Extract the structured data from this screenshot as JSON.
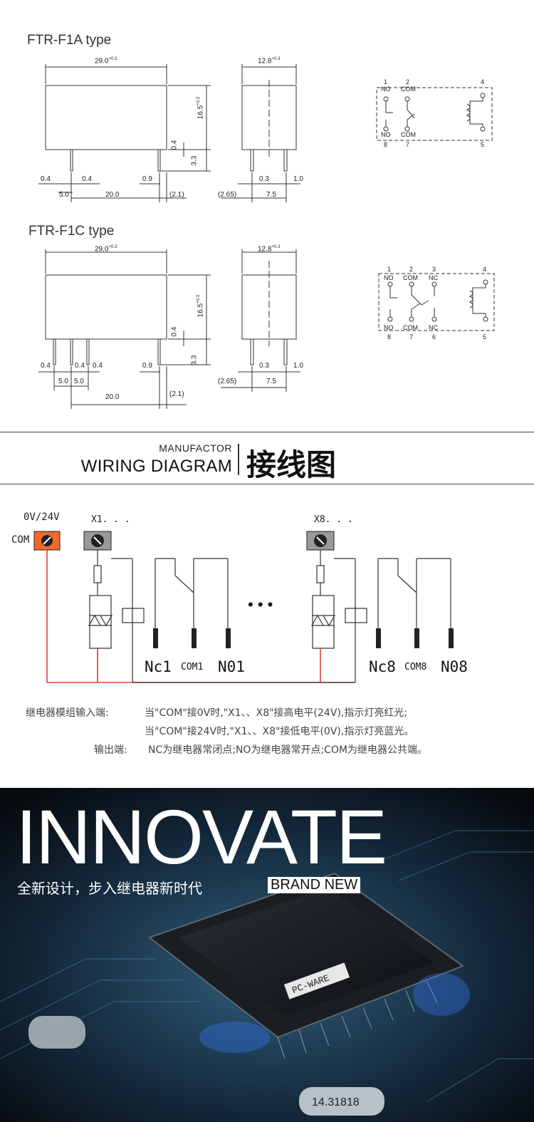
{
  "ftr_f1a": {
    "title": "FTR-F1A type",
    "dims": {
      "width": "29.0",
      "width_tol": "+0.3",
      "depth": "12.8",
      "depth_tol": "+0.3",
      "height": "16.5",
      "height_tol": "+0.3",
      "pin_len": "3.3",
      "pin_step": "0.4",
      "pin_w_left": "0.4",
      "pin_w_mid": "0.4",
      "pin_w_right": "0.9",
      "pitch_a": "5.0",
      "pitch_b": "20.0",
      "offset_right": "(2.1)",
      "side_offset": "(2.65)",
      "side_pitch": "7.5",
      "side_pin_w": "0.3",
      "side_pin_right": "1.0"
    },
    "pins": {
      "p1": "1",
      "p1_lbl": "NO",
      "p2": "2",
      "p2_lbl": "COM",
      "p4": "4",
      "p8": "8",
      "p8_lbl": "NO",
      "p7": "7",
      "p7_lbl": "COM",
      "p5": "5"
    }
  },
  "ftr_f1c": {
    "title": "FTR-F1C type",
    "dims": {
      "width": "29.0",
      "width_tol": "+0.3",
      "depth": "12.8",
      "depth_tol": "+0.3",
      "height": "16.5",
      "height_tol": "+0.3",
      "pin_len": "3.3",
      "pin_step": "0.4",
      "pin_w_1": "0.4",
      "pin_w_2": "0.4",
      "pin_w_3": "0.4",
      "pin_w_right": "0.9",
      "pitch_a": "5.0",
      "pitch_a2": "5.0",
      "pitch_b": "20.0",
      "offset_right": "(2.1)",
      "side_offset": "(2.65)",
      "side_pitch": "7.5",
      "side_pin_w": "0.3",
      "side_pin_right": "1.0"
    },
    "pins": {
      "p1": "1",
      "p1_lbl": "NO",
      "p2": "2",
      "p2_lbl": "COM",
      "p3": "3",
      "p3_lbl": "NC",
      "p4": "4",
      "p8": "8",
      "p8_lbl": "NO",
      "p7": "7",
      "p7_lbl": "COM",
      "p6": "6",
      "p6_lbl": "NC",
      "p5": "5"
    }
  },
  "section": {
    "en_small": "MANUFACTOR",
    "en_large": "WIRING DIAGRAM",
    "cn": "接线图"
  },
  "wiring": {
    "supply_label": "0V/24V",
    "com_label": "COM",
    "x1_label": "X1. . .",
    "x8_label": "X8. . .",
    "dots": "• • •",
    "nc1": "Nc1",
    "com1": "COM1",
    "no1": "N01",
    "nc8": "Nc8",
    "com8": "COM8",
    "no8": "N08",
    "note_lead": "继电器模组输入端:",
    "note_1": "当\"COM\"接0V时,\"X1、、X8\"接高电平(24V),指示灯亮红光;",
    "note_2": "当\"COM\"接24V时,\"X1、、X8\"接低电平(0V),指示灯亮蓝光。",
    "note_out_lead": "输出端:",
    "note_3": "NC为继电器常闭点;NO为继电器常开点;COM为继电器公共端。",
    "colors": {
      "wire": "#e0403a",
      "terminal_com": "#f06a2a",
      "terminal_x": "#9a9a9a"
    }
  },
  "banner": {
    "title": "INNOVATE",
    "subtitle": "全新设计，步入继电器新时代",
    "brand": "BRAND NEW",
    "chip_text": "PC-WARE",
    "crystal_text": "14.31818"
  }
}
